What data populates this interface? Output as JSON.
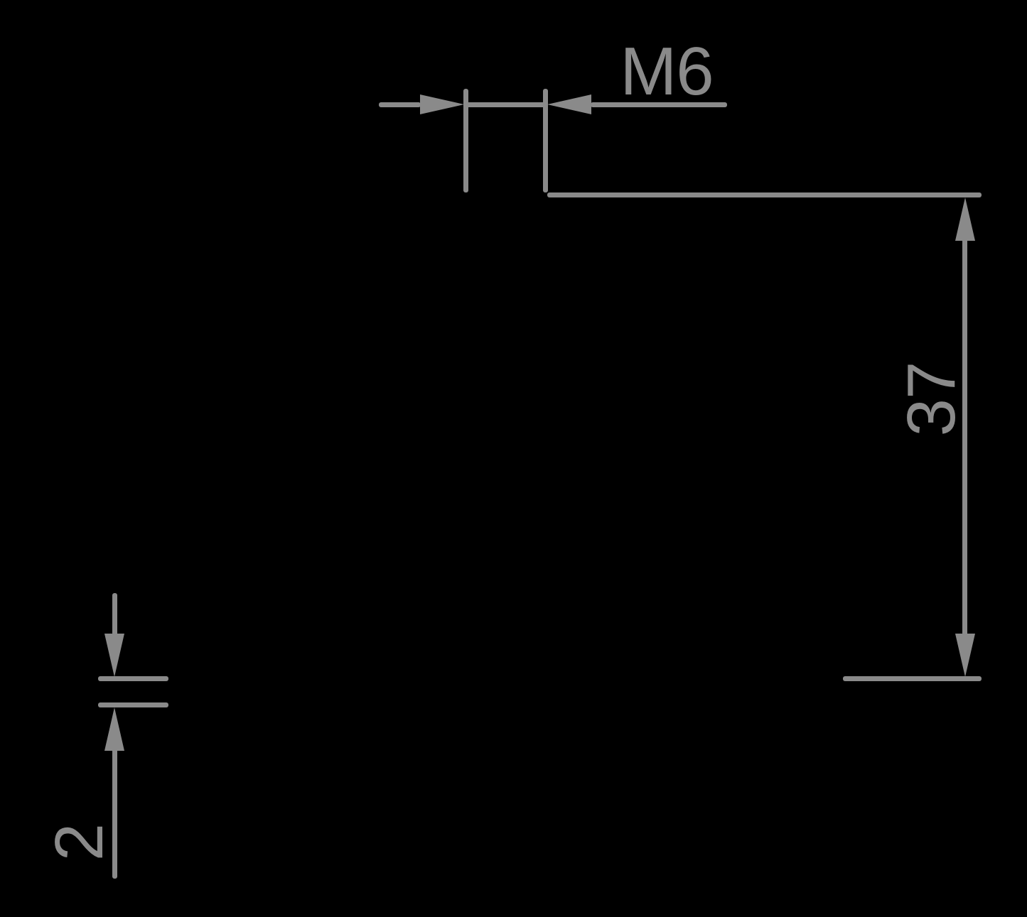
{
  "drawing": {
    "colors": {
      "background": "#000000",
      "line": "#8a8a8a"
    },
    "dimensions": {
      "thread": {
        "label": "M6"
      },
      "length": {
        "label": "37"
      },
      "thickness": {
        "label": "2"
      }
    }
  }
}
